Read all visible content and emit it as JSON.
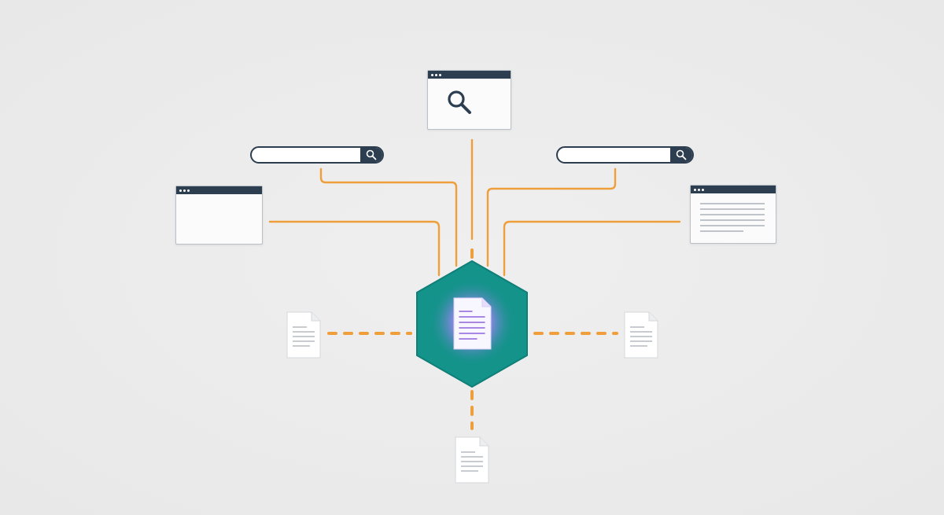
{
  "diagram": {
    "center_node": {
      "shape": "hexagon",
      "fill_color": "#13938a",
      "glow_color": "#b49cf2",
      "icon": "document-icon"
    },
    "sources": [
      {
        "kind": "browser-window",
        "icon": "magnifier-icon",
        "position": "top"
      },
      {
        "kind": "search-bar",
        "icon": "search-icon",
        "placeholder": "",
        "position": "upper-left"
      },
      {
        "kind": "search-bar",
        "icon": "search-icon",
        "placeholder": "",
        "position": "upper-right"
      },
      {
        "kind": "browser-window",
        "icon": "blank-page",
        "position": "left"
      },
      {
        "kind": "browser-window",
        "icon": "text-page",
        "position": "right"
      }
    ],
    "outputs": [
      {
        "kind": "document",
        "icon": "document-icon",
        "position": "left"
      },
      {
        "kind": "document",
        "icon": "document-icon",
        "position": "right"
      },
      {
        "kind": "document",
        "icon": "document-icon",
        "position": "bottom"
      }
    ],
    "colors": {
      "background": "#ebebeb",
      "connector": "#ee9f3b",
      "window_chrome": "#2c3e50",
      "hexagon": "#13938a",
      "document_text": "#8d63d8"
    },
    "connectors": {
      "inputs": "solid",
      "outputs": "dashed"
    }
  }
}
